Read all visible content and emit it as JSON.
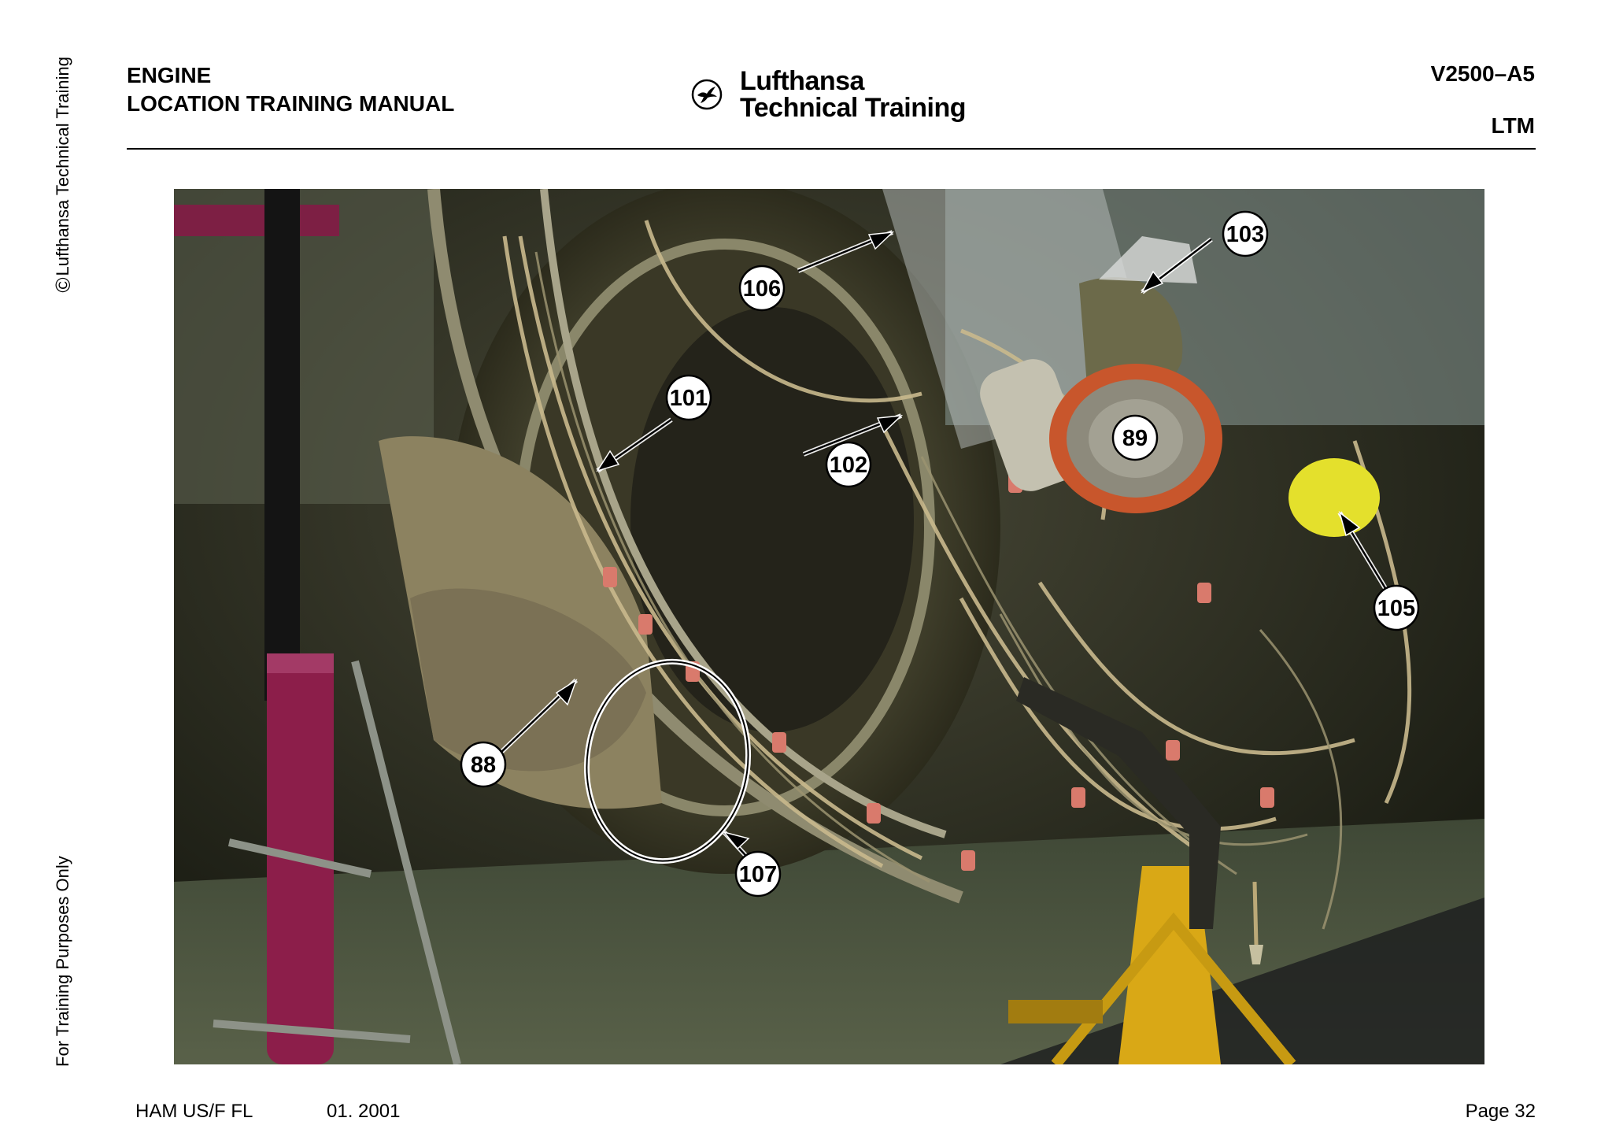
{
  "side": {
    "copyright_symbol": "©",
    "copyright": "Lufthansa Technical Training",
    "training": "For Training Purposes Only"
  },
  "header": {
    "title_line1": "ENGINE",
    "title_line2": "LOCATION TRAINING MANUAL",
    "brand_line1": "Lufthansa",
    "brand_line2": "Technical Training",
    "engine": "V2500–A5",
    "code": "LTM"
  },
  "figure": {
    "callouts": [
      "106",
      "103",
      "101",
      "102",
      "89",
      "105",
      "88",
      "107"
    ]
  },
  "footer": {
    "location": "HAM US/F FL",
    "date": "01. 2001",
    "page": "Page 32"
  }
}
